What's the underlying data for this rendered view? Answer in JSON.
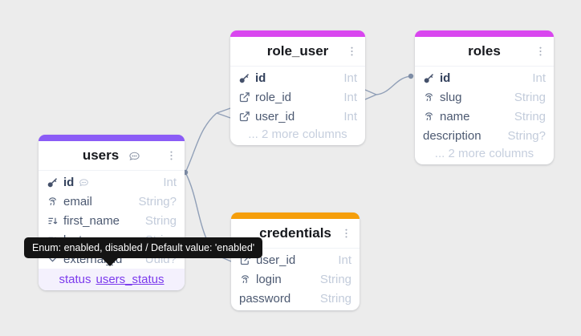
{
  "canvas": {
    "background_color": "#ececec",
    "edge_color": "#909fb7"
  },
  "tooltip": {
    "text": "Enum: enabled, disabled / Default value: 'enabled'",
    "background_color": "#141414",
    "text_color": "#ffffff"
  },
  "tables": [
    {
      "title": "users",
      "accent_color": "#8b5cf6",
      "has_title_comment": true,
      "columns": [
        {
          "name": "id",
          "type": "Int",
          "icon": "key",
          "has_comment": true
        },
        {
          "name": "email",
          "type": "String?",
          "icon": "fingerprint"
        },
        {
          "name": "first_name",
          "type": "String",
          "icon": "sort-descending"
        },
        {
          "name": "last_name",
          "type": "String",
          "icon": "sort-descending"
        },
        {
          "name": "external_id",
          "type": "Uuid?",
          "icon": "chevron-down"
        }
      ],
      "enum_column": {
        "name": "status",
        "enum_ref": "users_status"
      }
    },
    {
      "title": "role_user",
      "accent_color": "#d946ef",
      "columns": [
        {
          "name": "id",
          "type": "Int",
          "icon": "key"
        },
        {
          "name": "role_id",
          "type": "Int",
          "icon": "foreign-key"
        },
        {
          "name": "user_id",
          "type": "Int",
          "icon": "foreign-key"
        }
      ],
      "more_columns_label": "... 2 more columns"
    },
    {
      "title": "roles",
      "accent_color": "#d946ef",
      "columns": [
        {
          "name": "id",
          "type": "Int",
          "icon": "key"
        },
        {
          "name": "slug",
          "type": "String",
          "icon": "fingerprint"
        },
        {
          "name": "name",
          "type": "String",
          "icon": "fingerprint"
        },
        {
          "name": "description",
          "type": "String?",
          "icon": null
        }
      ],
      "more_columns_label": "... 2 more columns"
    },
    {
      "title": "credentials",
      "accent_color": "#f59e0b",
      "columns": [
        {
          "name": "user_id",
          "type": "Int",
          "icon": "foreign-key"
        },
        {
          "name": "login",
          "type": "String",
          "icon": "fingerprint"
        },
        {
          "name": "password",
          "type": "String",
          "icon": null
        }
      ]
    }
  ],
  "relationships": [
    {
      "from": "users",
      "to": "role_user",
      "one_end": "users",
      "many_end": "role_user"
    },
    {
      "from": "users",
      "to": "credentials",
      "one_end": "users",
      "many_end": "credentials"
    },
    {
      "from": "role_user",
      "to": "roles",
      "one_end": "roles",
      "many_end": "role_user"
    }
  ]
}
